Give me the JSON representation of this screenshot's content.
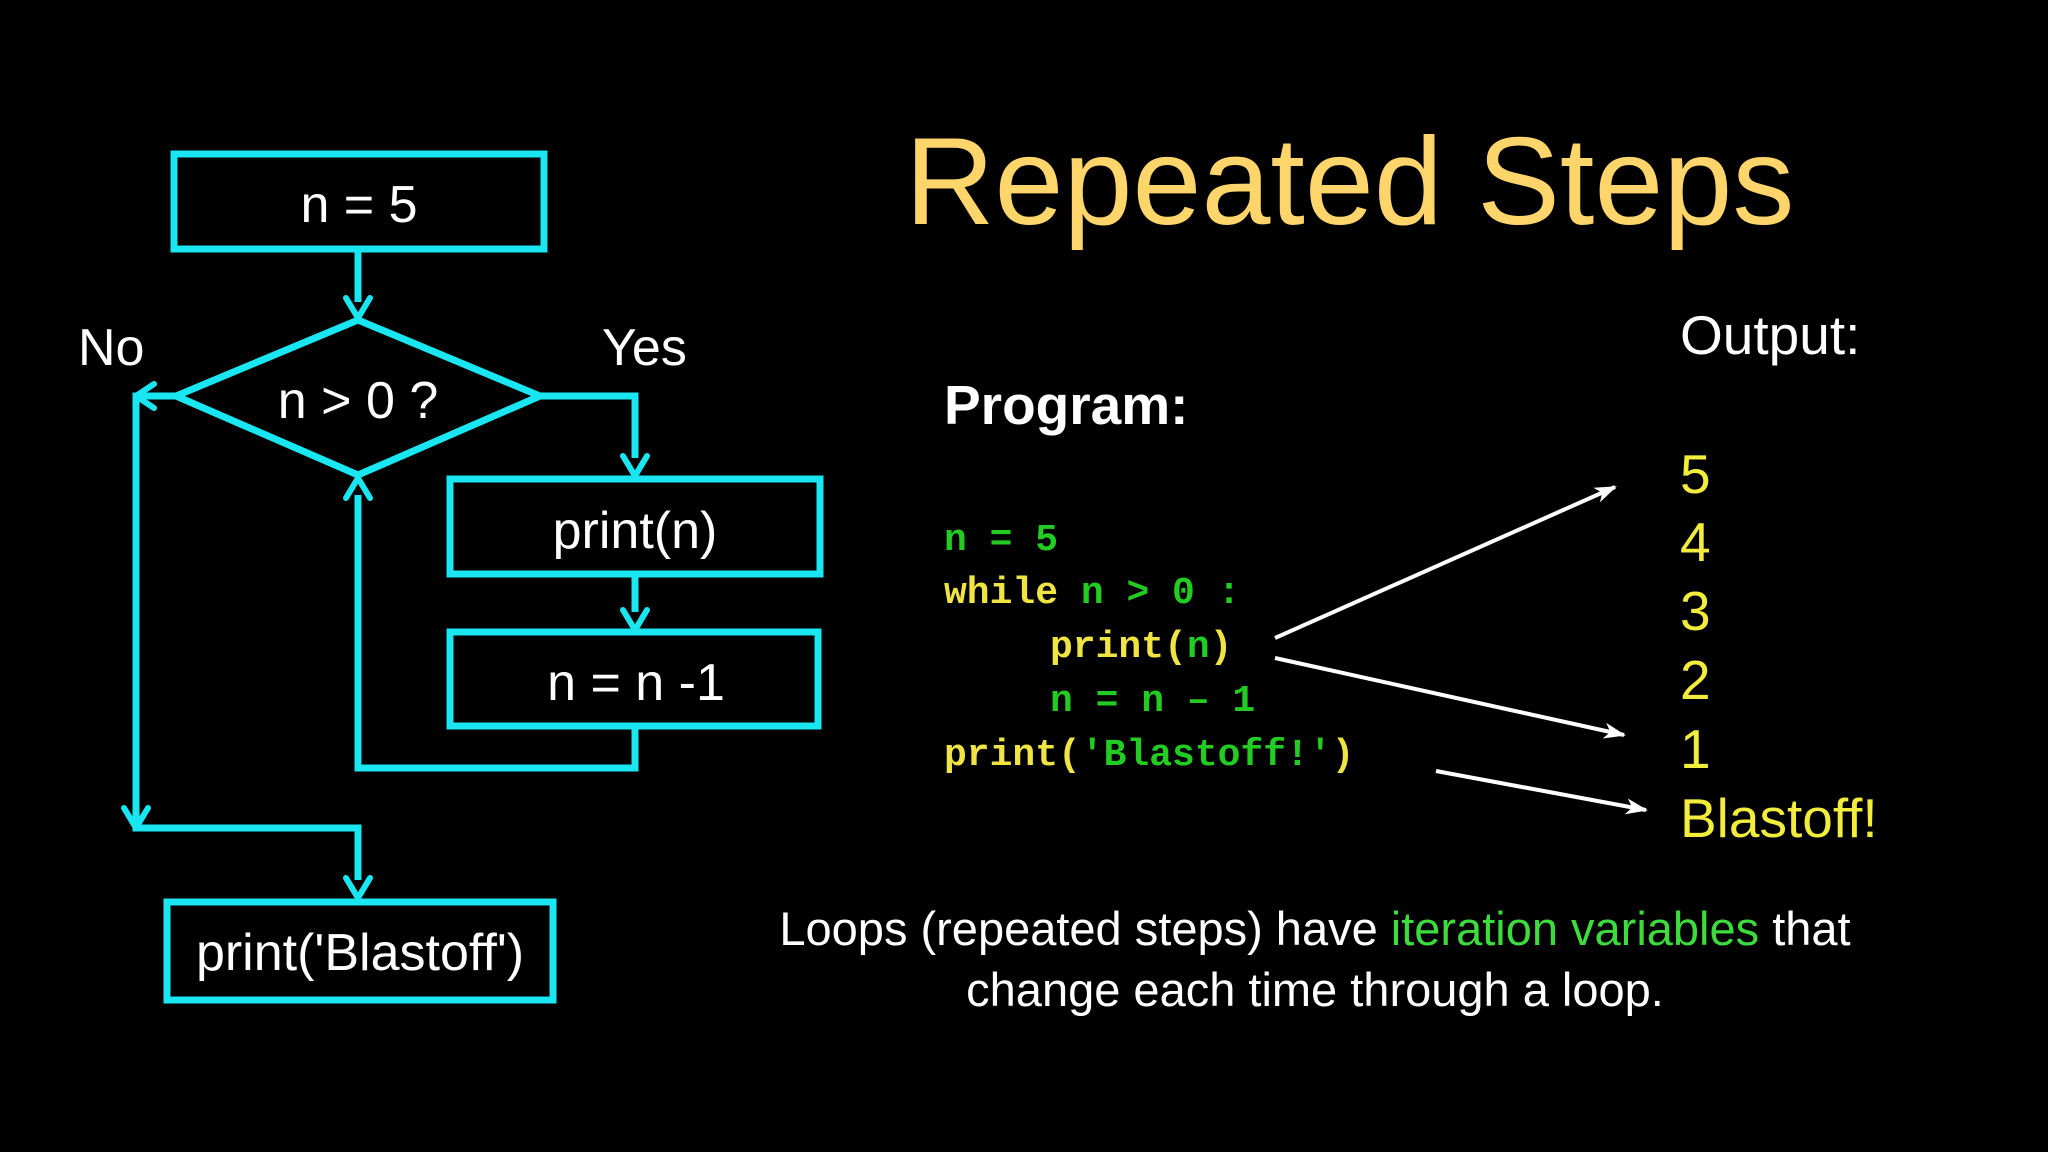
{
  "title": "Repeated Steps",
  "flowchart": {
    "start_box": "n = 5",
    "decision": "n > 0 ?",
    "no_label": "No",
    "yes_label": "Yes",
    "print_box": "print(n)",
    "decrement_box": "n = n -1",
    "end_box": "print('Blastoff')"
  },
  "program": {
    "label": "Program:",
    "lines": {
      "l1": "n = 5",
      "l2_kw": "while",
      "l2_rest": " n > 0 :",
      "l3_kw": "print(",
      "l3_arg": "n",
      "l3_close": ")",
      "l4": "n = n – 1",
      "l5_kw": "print(",
      "l5_arg": "'Blastoff!'",
      "l5_close": ")"
    }
  },
  "output": {
    "label": "Output:",
    "lines": [
      "5",
      "4",
      "3",
      "2",
      "1",
      "Blastoff!"
    ]
  },
  "caption": {
    "before": "Loops (repeated steps) have ",
    "highlight": "iteration variables",
    "after": " that change each time through a loop."
  },
  "colors": {
    "flowchart": "#19e6f0",
    "title": "#fdd56b",
    "keyword": "#f0e442",
    "code_green": "#22cc22",
    "output": "#f2ec3c",
    "highlight": "#3ddc3d"
  }
}
